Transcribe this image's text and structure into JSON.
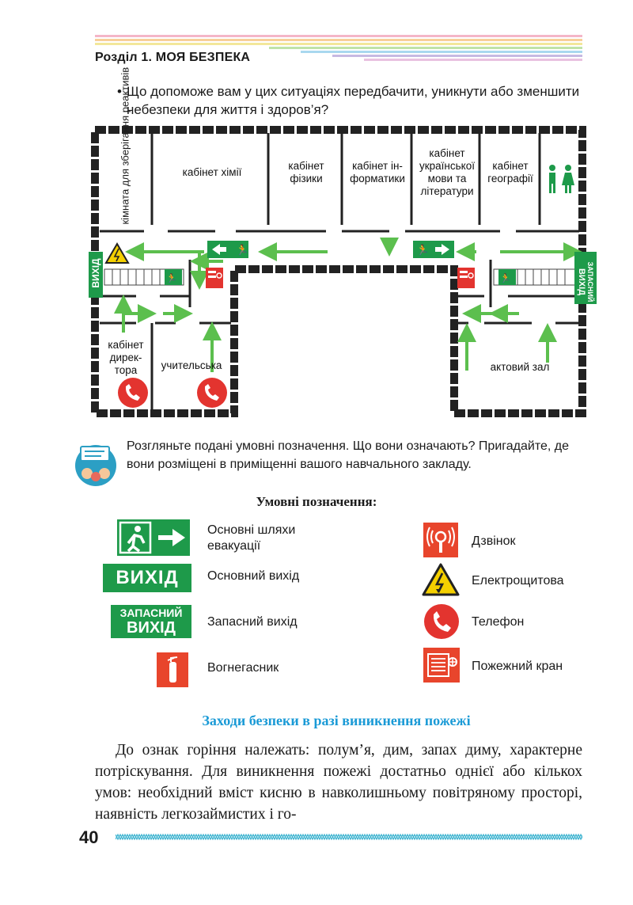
{
  "header": {
    "section_title": "Розділ 1. МОЯ БЕЗПЕКА"
  },
  "question": {
    "bullet": "•",
    "text": "Що допоможе вам у цих ситуаціях передбачити, уникнути або зменшити небезпеки для життя і здоров’я?"
  },
  "plan": {
    "rooms": {
      "storage": "кімната для зберігання реактивів",
      "chemistry": "кабінет хімії",
      "physics": "кабінет фізики",
      "informatics_1": "кабінет ін-",
      "informatics_2": "форматики",
      "ukrainian": "кабінет української мови та літератури",
      "geography": "кабінет географії",
      "director_1": "кабінет",
      "director_2": "дирек-",
      "director_3": "тора",
      "teachers": "учительська",
      "hall": "актовий зал"
    },
    "exit_main": "ВИХІД",
    "exit_spare_1": "ЗАПАСНИЙ",
    "exit_spare_2": "ВИХІД"
  },
  "discussion": {
    "text": "Розгляньте подані умовні позначення. Що вони означають? Пригадайте, де вони розміщені в приміщенні вашого навчального закладу."
  },
  "legend": {
    "title": "Умовні позначення:",
    "evacuation": "Основні шляхи евакуації",
    "main_exit_sign": "ВИХІД",
    "main_exit": "Основний вихід",
    "spare_exit_sign_1": "ЗАПАСНИЙ",
    "spare_exit_sign_2": "ВИХІД",
    "spare_exit": "Запасний вихід",
    "extinguisher": "Вогнегасник",
    "bell": "Дзвінок",
    "electric": "Електрощитова",
    "phone": "Телефон",
    "hydrant": "Пожежний кран"
  },
  "fire_section": {
    "title": "Заходи безпеки в разі виникнення пожежі",
    "text": "До ознак горіння належать: полум’я, дим, запах диму, характерне потріскування. Для виникнення пожежі достатньо однієї або кількох умов: необхідний вміст кисню в навколишньому повітряному просторі, наявність легкозаймистих і го-"
  },
  "footer": {
    "page_number": "40"
  },
  "colors": {
    "sign_green": "#1e9a4a",
    "arrow_green": "#5cbf4e",
    "safety_red": "#e3342f",
    "warning_yellow": "#f5d000",
    "heading_blue": "#1a9ad6"
  }
}
